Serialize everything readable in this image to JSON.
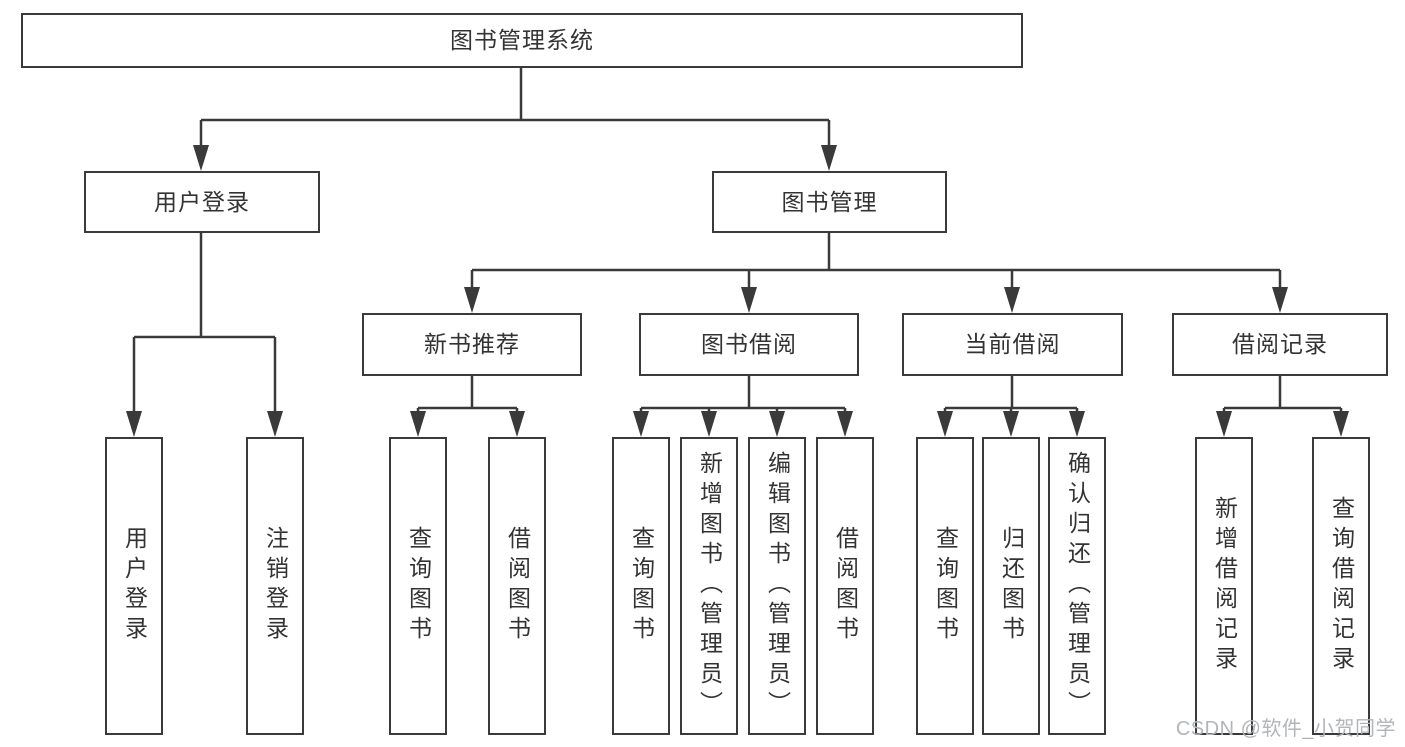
{
  "tree": {
    "label": "图书管理系统",
    "children": [
      {
        "label": "用户登录",
        "children": [
          {
            "label": "用户登录"
          },
          {
            "label": "注销登录"
          }
        ]
      },
      {
        "label": "图书管理",
        "children": [
          {
            "label": "新书推荐",
            "children": [
              {
                "label": "查询图书"
              },
              {
                "label": "借阅图书"
              }
            ]
          },
          {
            "label": "图书借阅",
            "children": [
              {
                "label": "查询图书"
              },
              {
                "label": "新增图书（管理员）"
              },
              {
                "label": "编辑图书（管理员）"
              },
              {
                "label": "借阅图书"
              }
            ]
          },
          {
            "label": "当前借阅",
            "children": [
              {
                "label": "查询图书"
              },
              {
                "label": "归还图书"
              },
              {
                "label": "确认归还（管理员）"
              }
            ]
          },
          {
            "label": "借阅记录",
            "children": [
              {
                "label": "新增借阅记录"
              },
              {
                "label": "查询借阅记录"
              }
            ]
          }
        ]
      }
    ]
  },
  "watermark": {
    "text": "CSDN @软件_小贺同学"
  },
  "colors": {
    "line": "#3a3a3a",
    "text": "#333333",
    "watermark": "#b2b5b9",
    "background": "#ffffff"
  }
}
